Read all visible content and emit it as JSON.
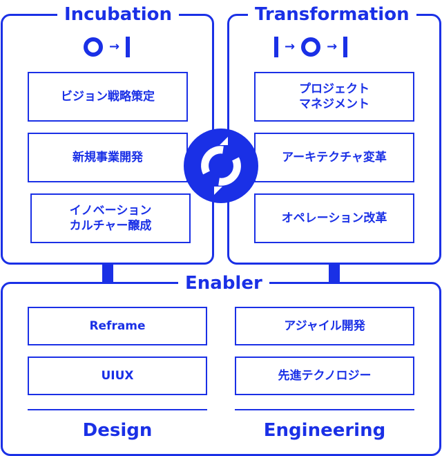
{
  "colors": {
    "accent": "#1a30e6",
    "background": "#ffffff"
  },
  "incubation": {
    "title": "Incubation",
    "flow": [
      "O",
      "→",
      "I"
    ],
    "items": [
      "ビジョン戦略策定",
      "新規事業開発",
      "イノベーション\nカルチャー醸成"
    ]
  },
  "transformation": {
    "title": "Transformation",
    "flow": [
      "I",
      "→",
      "O",
      "→",
      "I"
    ],
    "items": [
      "プロジェクト\nマネジメント",
      "アーキテクチャ変革",
      "オペレーション改革"
    ]
  },
  "enabler": {
    "title": "Enabler",
    "design": {
      "title": "Design",
      "items": [
        "Reframe",
        "UIUX"
      ]
    },
    "engineering": {
      "title": "Engineering",
      "items": [
        "アジャイル開発",
        "先進テクノロジー"
      ]
    }
  },
  "center_icon": "cycle-icon"
}
